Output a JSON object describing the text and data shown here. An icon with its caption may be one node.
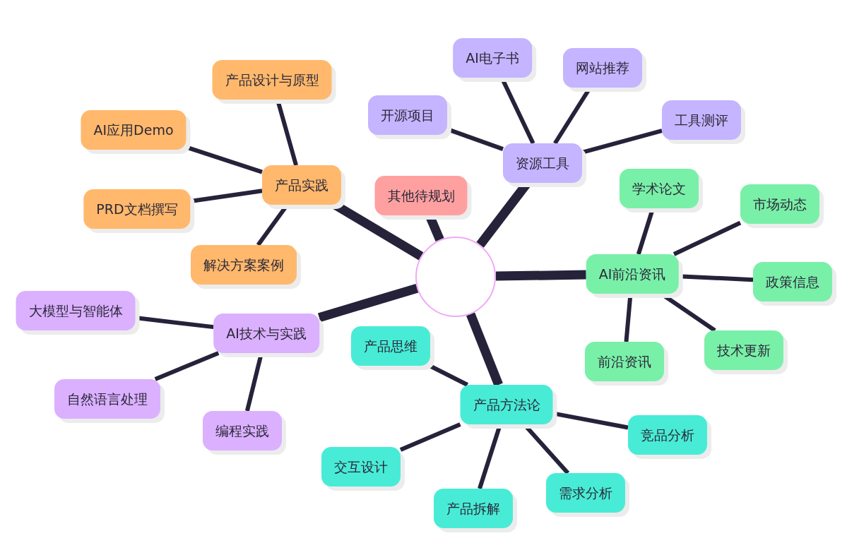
{
  "diagram": {
    "nodes": [
      {
        "text": [],
        "shape": "circle"
      },
      {
        "text": [
          "产品实践"
        ]
      },
      {
        "text": [
          "产品设计与原型"
        ]
      },
      {
        "text": [
          "AI应用Demo"
        ]
      },
      {
        "text": [
          "PRD文档撰写"
        ]
      },
      {
        "text": [
          "解决方案案例"
        ]
      },
      {
        "text": [
          "资源工具"
        ]
      },
      {
        "text": [
          "开源项目"
        ]
      },
      {
        "text": [
          "AI电子书"
        ]
      },
      {
        "text": [
          "网站推荐"
        ]
      },
      {
        "text": [
          "工具测评"
        ]
      },
      {
        "text": [
          "其他待规划"
        ]
      },
      {
        "text": [
          "AI前沿资讯"
        ]
      },
      {
        "text": [
          "学术论文"
        ]
      },
      {
        "text": [
          "市场动态"
        ]
      },
      {
        "text": [
          "政策信息"
        ]
      },
      {
        "text": [
          "技术更新"
        ]
      },
      {
        "text": [
          "前沿资讯"
        ]
      },
      {
        "text": [
          "AI技术与实践"
        ]
      },
      {
        "text": [
          "大模型与智能体"
        ]
      },
      {
        "text": [
          "自然语言处理"
        ]
      },
      {
        "text": [
          "编程实践"
        ]
      },
      {
        "text": [
          "产品方法论"
        ]
      },
      {
        "text": [
          "产品思维"
        ]
      },
      {
        "text": [
          "交互设计"
        ]
      },
      {
        "text": [
          "产品拆解"
        ]
      },
      {
        "text": [
          "需求分析"
        ]
      },
      {
        "text": [
          "竞品分析"
        ]
      }
    ],
    "edges": [
      {
        "from": 0,
        "to": 1,
        "arrow": "none",
        "style": "thick"
      },
      {
        "from": 1,
        "to": 2,
        "arrow": "none"
      },
      {
        "from": 1,
        "to": 3,
        "arrow": "none"
      },
      {
        "from": 1,
        "to": 4,
        "arrow": "none"
      },
      {
        "from": 1,
        "to": 5,
        "arrow": "none"
      },
      {
        "from": 0,
        "to": 6,
        "arrow": "none",
        "style": "thick"
      },
      {
        "from": 6,
        "to": 7,
        "arrow": "none"
      },
      {
        "from": 6,
        "to": 8,
        "arrow": "none"
      },
      {
        "from": 6,
        "to": 9,
        "arrow": "none"
      },
      {
        "from": 6,
        "to": 10,
        "arrow": "none"
      },
      {
        "from": 0,
        "to": 11,
        "arrow": "none",
        "style": "thick"
      },
      {
        "from": 0,
        "to": 12,
        "arrow": "none",
        "style": "thick"
      },
      {
        "from": 12,
        "to": 13,
        "arrow": "none"
      },
      {
        "from": 12,
        "to": 14,
        "arrow": "none"
      },
      {
        "from": 12,
        "to": 15,
        "arrow": "none"
      },
      {
        "from": 12,
        "to": 16,
        "arrow": "none"
      },
      {
        "from": 12,
        "to": 17,
        "arrow": "none"
      },
      {
        "from": 0,
        "to": 18,
        "arrow": "none",
        "style": "thick"
      },
      {
        "from": 18,
        "to": 19,
        "arrow": "none"
      },
      {
        "from": 18,
        "to": 20,
        "arrow": "none"
      },
      {
        "from": 18,
        "to": 21,
        "arrow": "none"
      },
      {
        "from": 0,
        "to": 22,
        "arrow": "none",
        "style": "thick"
      },
      {
        "from": 22,
        "to": 23,
        "arrow": "none"
      },
      {
        "from": 22,
        "to": 24,
        "arrow": "none"
      },
      {
        "from": 22,
        "to": 25,
        "arrow": "none"
      },
      {
        "from": 22,
        "to": 26,
        "arrow": "none"
      },
      {
        "from": 22,
        "to": 27,
        "arrow": "none"
      }
    ]
  }
}
